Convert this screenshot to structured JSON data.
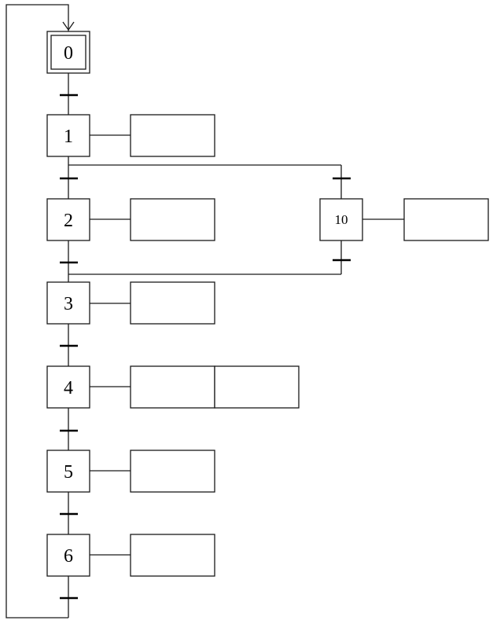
{
  "diagram": {
    "steps": [
      {
        "id": "step-0",
        "label": "0",
        "initial": true
      },
      {
        "id": "step-1",
        "label": "1"
      },
      {
        "id": "step-2",
        "label": "2"
      },
      {
        "id": "step-10",
        "label": "10"
      },
      {
        "id": "step-3",
        "label": "3"
      },
      {
        "id": "step-4",
        "label": "4"
      },
      {
        "id": "step-5",
        "label": "5"
      },
      {
        "id": "step-6",
        "label": "6"
      }
    ],
    "actions": [
      {
        "step": "1",
        "text": ""
      },
      {
        "step": "2",
        "text": ""
      },
      {
        "step": "10",
        "text": ""
      },
      {
        "step": "3",
        "text": ""
      },
      {
        "step": "4",
        "text": ""
      },
      {
        "step": "4",
        "text": ""
      },
      {
        "step": "5",
        "text": ""
      },
      {
        "step": "6",
        "text": ""
      }
    ]
  }
}
